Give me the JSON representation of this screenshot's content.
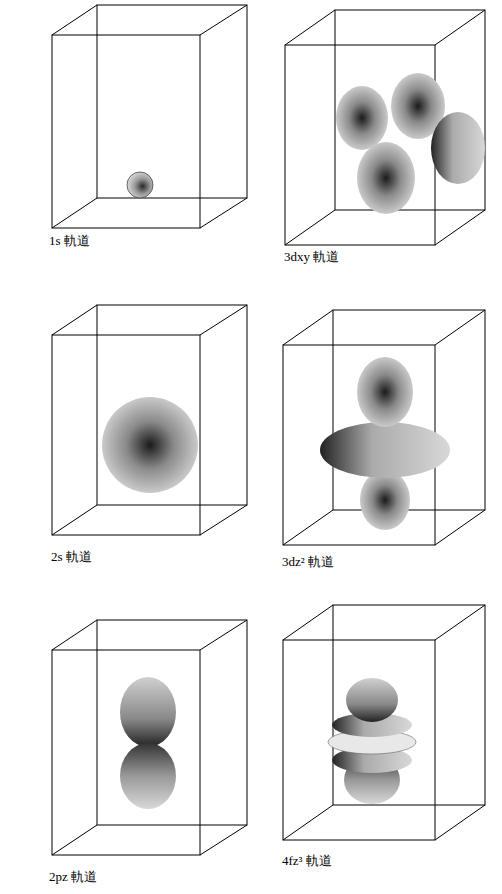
{
  "diagram": {
    "labels": [
      "1s 軌道",
      "3dxy 軌道",
      "2s 軌道",
      "3dz² 軌道",
      "2pz 軌道",
      "4fz³ 軌道"
    ]
  }
}
